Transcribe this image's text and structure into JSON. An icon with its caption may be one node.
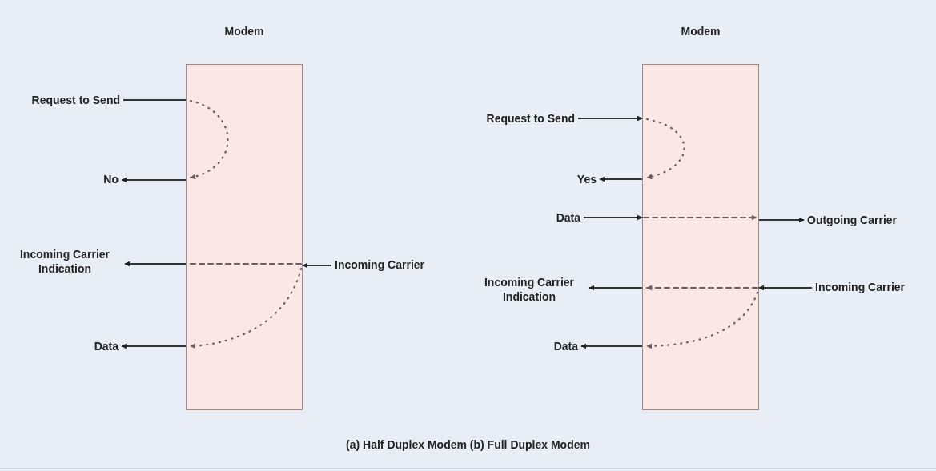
{
  "diagram": {
    "caption": "(a) Half Duplex Modem (b) Full Duplex Modem",
    "nodes": [
      {
        "text": [
          "Modem"
        ]
      },
      {
        "text": [
          "Request to Send"
        ]
      },
      {
        "text": [
          "No"
        ]
      },
      {
        "text": [
          "Incoming Carrier Indication"
        ]
      },
      {
        "text": [
          "Data"
        ]
      },
      {
        "text": [
          "Incoming Carrier"
        ]
      },
      {
        "text": [
          "Modem"
        ]
      },
      {
        "text": [
          "Request to Send"
        ]
      },
      {
        "text": [
          "Yes"
        ]
      },
      {
        "text": [
          "Data"
        ]
      },
      {
        "text": [
          "Outgoing Carrier"
        ]
      },
      {
        "text": [
          "Incoming Carrier Indication"
        ]
      },
      {
        "text": [
          "Data"
        ]
      },
      {
        "text": [
          "Incoming Carrier"
        ]
      }
    ],
    "edges": [
      {
        "from": 1,
        "to": 0,
        "arrow": "none"
      },
      {
        "from": 0,
        "to": 2,
        "arrow": "to"
      },
      {
        "from": 0,
        "to": 3,
        "arrow": "to"
      },
      {
        "from": 0,
        "to": 4,
        "arrow": "to"
      },
      {
        "from": 5,
        "to": 0,
        "arrow": "to"
      },
      {
        "from": 7,
        "to": 6,
        "arrow": "to"
      },
      {
        "from": 6,
        "to": 8,
        "arrow": "to"
      },
      {
        "from": 9,
        "to": 6,
        "arrow": "to"
      },
      {
        "from": 6,
        "to": 10,
        "arrow": "to"
      },
      {
        "from": 6,
        "to": 11,
        "arrow": "to"
      },
      {
        "from": 6,
        "to": 12,
        "arrow": "to"
      },
      {
        "from": 13,
        "to": 6,
        "arrow": "to"
      }
    ]
  }
}
